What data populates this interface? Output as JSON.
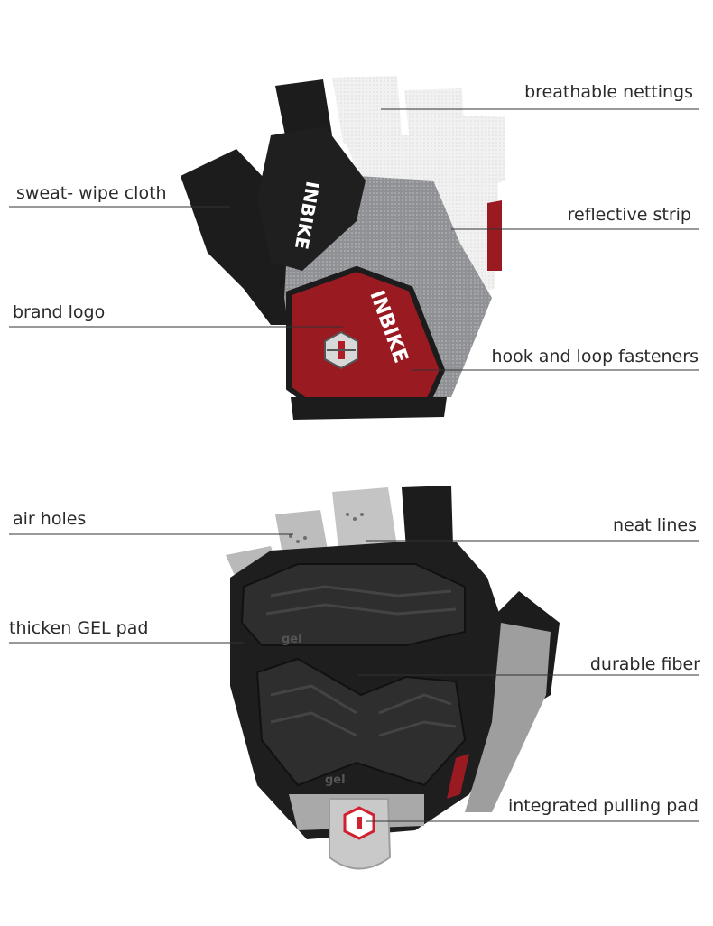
{
  "callouts": {
    "breathable_nettings": "breathable nettings",
    "sweat_wipe_cloth": "sweat- wipe cloth",
    "reflective_strip": "reflective strip",
    "brand_logo": "brand logo",
    "hook_and_loop_fasteners": "hook and loop fasteners",
    "air_holes": "air holes",
    "neat_lines": "neat lines",
    "thicken_gel_pad": "thicken GEL pad",
    "durable_fiber": "durable  fiber",
    "integrated_pulling_pad": "integrated pulling pad"
  },
  "brand": {
    "name": "INBIKE",
    "gel_mark": "gel"
  },
  "colors": {
    "glove_black": "#1c1c1c",
    "glove_red": "#9a1a22",
    "mesh_grey": "#8a8c90",
    "mesh_white": "#ececec",
    "palm_grey": "#b9b9b9",
    "line": "#333333"
  }
}
